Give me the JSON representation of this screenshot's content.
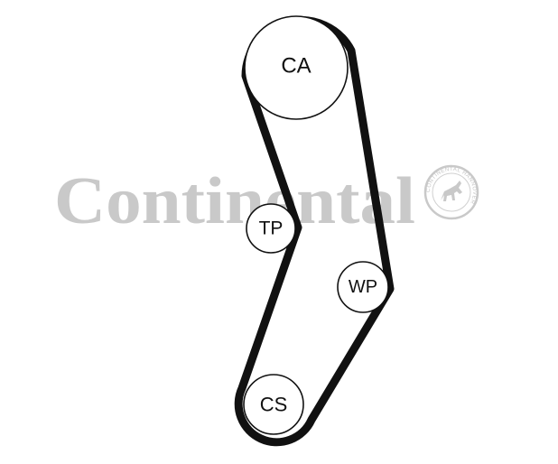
{
  "watermark": {
    "brand_text": "Continental",
    "seal_text": "CONTINENTAL HANNOVER",
    "color": "#c9c9c9"
  },
  "belt": {
    "color": "#111111"
  },
  "pulleys": {
    "ca": {
      "label": "CA"
    },
    "tp": {
      "label": "TP"
    },
    "wp": {
      "label": "WP"
    },
    "cs": {
      "label": "CS"
    }
  }
}
